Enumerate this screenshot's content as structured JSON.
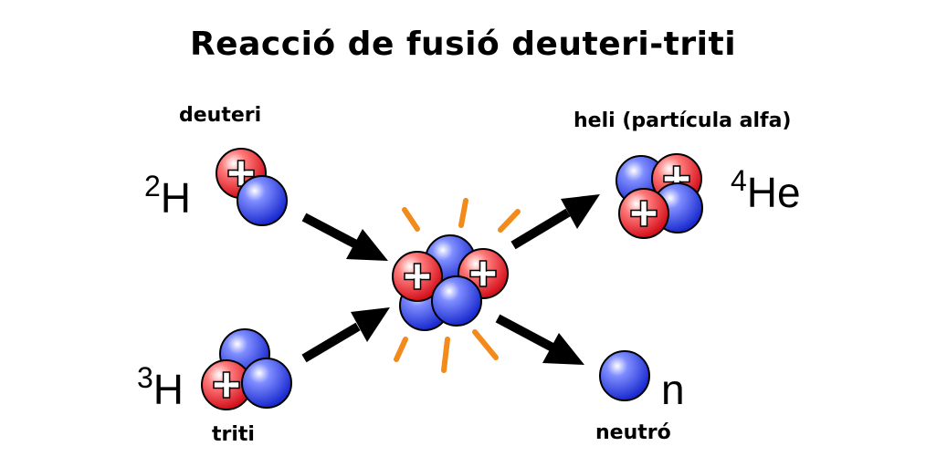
{
  "title": "Reacció de fusió deuteri-triti",
  "reactants": {
    "deuterium": {
      "name": "deuteri",
      "mass_number": "2",
      "element": "H"
    },
    "tritium": {
      "name": "triti",
      "mass_number": "3",
      "element": "H"
    }
  },
  "products": {
    "helium": {
      "name": "heli (partícula alfa)",
      "mass_number": "4",
      "element": "He"
    },
    "neutron": {
      "name": "neutró",
      "symbol": "n"
    }
  },
  "colors": {
    "proton": "#e8212b",
    "neutron": "#2b3bd9",
    "arrow": "#000000",
    "energy_burst": "#f28a1c",
    "text": "#000000"
  }
}
